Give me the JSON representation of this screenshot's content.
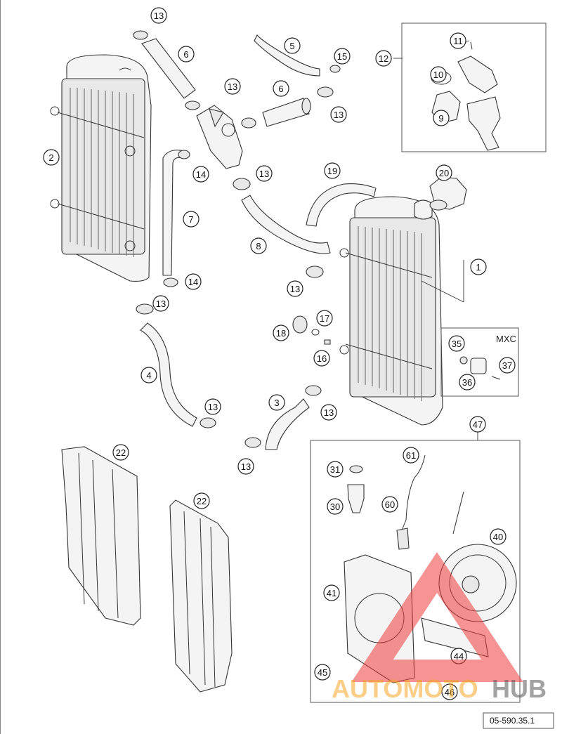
{
  "callouts": [
    "13",
    "6",
    "5",
    "15",
    "12",
    "11",
    "10",
    "9",
    "2",
    "13",
    "6",
    "13",
    "14",
    "13",
    "19",
    "20",
    "7",
    "8",
    "1",
    "14",
    "13",
    "13",
    "18",
    "17",
    "16",
    "4",
    "13",
    "3",
    "13",
    "13",
    "22",
    "22",
    "35",
    "37",
    "36",
    "47",
    "61",
    "31",
    "60",
    "30",
    "40",
    "41",
    "44",
    "45",
    "46"
  ],
  "box_label": "MXC",
  "reference_code": "05-590.35.1",
  "watermark": {
    "part1": "AUTOMOTO",
    "part2": "HUB"
  }
}
